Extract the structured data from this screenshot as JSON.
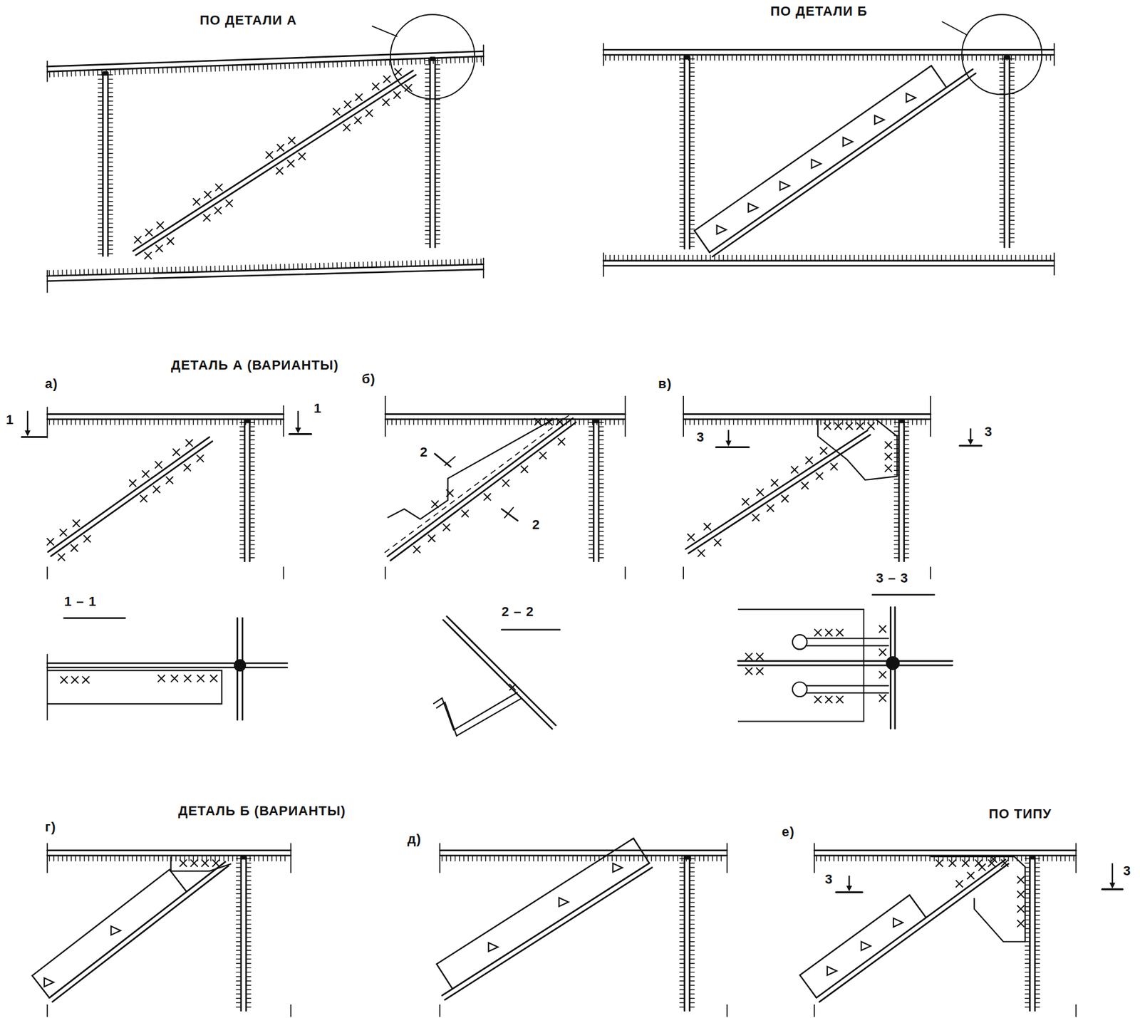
{
  "diagram": {
    "labels": [
      "ПО ДЕТАЛИ А",
      "ПО ДЕТАЛИ Б",
      "ДЕТАЛЬ А (ВАРИАНТЫ)",
      "а)",
      "б)",
      "в)",
      "1",
      "1",
      "2",
      "2",
      "3",
      "3",
      "1 – 1",
      "2 – 2",
      "3 – 3",
      "ДЕТАЛЬ Б (ВАРИАНТЫ)",
      "г)",
      "д)",
      "е)",
      "ПО ТИПУ",
      "3",
      "3"
    ]
  }
}
